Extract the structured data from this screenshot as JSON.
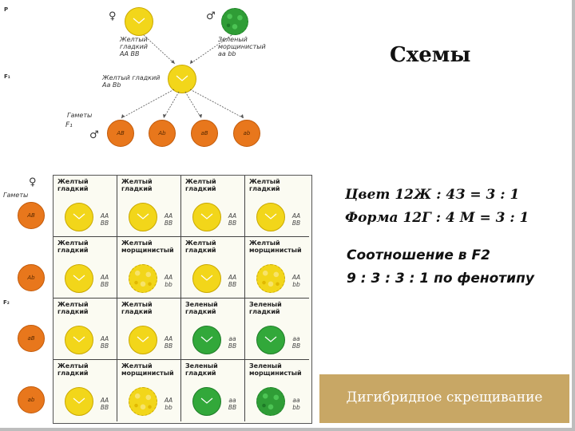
{
  "parents": {
    "label_p": "P",
    "female_symbol": "♀",
    "male_symbol": "♂",
    "female_desc": [
      "Желтый",
      "гладкий",
      "АА ВВ"
    ],
    "male_desc": [
      "Зеленый",
      "морщинистый",
      "аа bb"
    ]
  },
  "f1": {
    "label": "F₁",
    "desc": [
      "Желтый гладкий",
      "Аа Вb"
    ]
  },
  "gametes": {
    "label": "Гаметы",
    "f1_label": "F₁",
    "male_symbol": "♂",
    "items": [
      "AB",
      "Ab",
      "aB",
      "ab"
    ]
  },
  "punnett": {
    "female_symbol": "♀",
    "side_label": "Гаметы",
    "f2_label": "F₂",
    "row_gametes": [
      "AB",
      "Ab",
      "aB",
      "ab"
    ],
    "cells": [
      [
        {
          "t": [
            "Желтый",
            "гладкий"
          ],
          "g": [
            "АА",
            "ВВ"
          ],
          "color": "yellow",
          "shape": "smooth"
        },
        {
          "t": [
            "Желтый",
            "гладкий"
          ],
          "g": [
            "АА",
            "ВВ"
          ],
          "color": "yellow",
          "shape": "smooth"
        },
        {
          "t": [
            "Желтый",
            "гладкий"
          ],
          "g": [
            "АА",
            "ВВ"
          ],
          "color": "yellow",
          "shape": "smooth"
        },
        {
          "t": [
            "Желтый",
            "гладкий"
          ],
          "g": [
            "АА",
            "ВВ"
          ],
          "color": "yellow",
          "shape": "smooth"
        }
      ],
      [
        {
          "t": [
            "Желтый",
            "гладкий"
          ],
          "g": [
            "АА",
            "ВВ"
          ],
          "color": "yellow",
          "shape": "smooth"
        },
        {
          "t": [
            "Желтый",
            "морщинистый"
          ],
          "g": [
            "АА",
            "bb"
          ],
          "color": "yellow",
          "shape": "wrinkled"
        },
        {
          "t": [
            "Желтый",
            "гладкий"
          ],
          "g": [
            "АА",
            "ВВ"
          ],
          "color": "yellow",
          "shape": "smooth"
        },
        {
          "t": [
            "Желтый",
            "морщинистый"
          ],
          "g": [
            "АА",
            "bb"
          ],
          "color": "yellow",
          "shape": "wrinkled"
        }
      ],
      [
        {
          "t": [
            "Желтый",
            "гладкий"
          ],
          "g": [
            "АА",
            "ВВ"
          ],
          "color": "yellow",
          "shape": "smooth"
        },
        {
          "t": [
            "Желтый",
            "гладкий"
          ],
          "g": [
            "АА",
            "ВВ"
          ],
          "color": "yellow",
          "shape": "smooth"
        },
        {
          "t": [
            "Зеленый",
            "гладкий"
          ],
          "g": [
            "аа",
            "ВВ"
          ],
          "color": "green",
          "shape": "smooth"
        },
        {
          "t": [
            "Зеленый",
            "гладкий"
          ],
          "g": [
            "аа",
            "ВВ"
          ],
          "color": "green",
          "shape": "smooth"
        }
      ],
      [
        {
          "t": [
            "Желтый",
            "гладкий"
          ],
          "g": [
            "АА",
            "ВВ"
          ],
          "color": "yellow",
          "shape": "smooth"
        },
        {
          "t": [
            "Желтый",
            "морщинистый"
          ],
          "g": [
            "АА",
            "bb"
          ],
          "color": "yellow",
          "shape": "wrinkled"
        },
        {
          "t": [
            "Зеленый",
            "гладкий"
          ],
          "g": [
            "аа",
            "ВВ"
          ],
          "color": "green",
          "shape": "smooth"
        },
        {
          "t": [
            "Зеленый",
            "морщинистый"
          ],
          "g": [
            "аа",
            "bb"
          ],
          "color": "green",
          "shape": "wrinkled"
        }
      ]
    ]
  },
  "title": "Схемы",
  "ratios": {
    "color_line": "Цвет   12Ж : 4З = 3 : 1",
    "form_line": "Форма 12Г : 4 М = 3 : 1",
    "f2_heading": "Соотношение в F2",
    "f2_ratio": "9 : 3 : 3 : 1 по фенотипу"
  },
  "caption": "Дигибридное скрещивание",
  "colors": {
    "yellow": "#f2d61a",
    "green": "#32a83a",
    "orange": "#e8771c",
    "caption_bg": "#c8a765"
  }
}
